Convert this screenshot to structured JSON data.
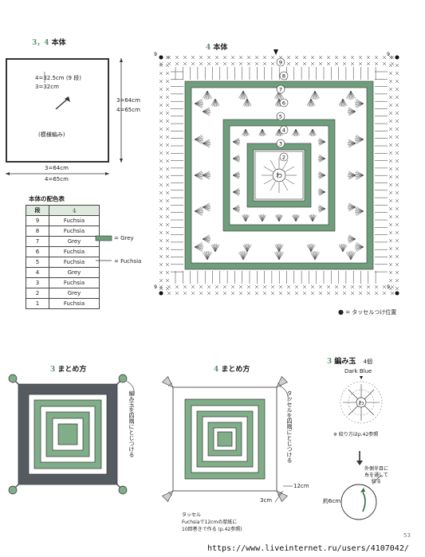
{
  "top_left": {
    "title_num": "3，4",
    "title_text": "本体",
    "inner_line1": "4=32.5cm",
    "inner_rows": "(9 段)",
    "inner_line2": "3=32cm",
    "inner_label": "(模様編み)",
    "right_dim1": "3=64cm",
    "right_dim2": "4=65cm",
    "bottom_dim1": "3=64cm",
    "bottom_dim2": "4=65cm"
  },
  "color_table": {
    "title": "本体の配色表",
    "header": [
      "段",
      "4"
    ],
    "rows": [
      [
        "9",
        "Fuchsia"
      ],
      [
        "8",
        "Fuchsia"
      ],
      [
        "7",
        "Grey"
      ],
      [
        "6",
        "Fuchsia"
      ],
      [
        "5",
        "Fuchsia"
      ],
      [
        "4",
        "Grey"
      ],
      [
        "3",
        "Fuchsia"
      ],
      [
        "2",
        "Grey"
      ],
      [
        "1",
        "Fuchsia"
      ]
    ]
  },
  "legend": {
    "grey": "= Grey",
    "fuchsia": "= Fuchsia"
  },
  "chart": {
    "title_num": "4",
    "title_text": "本体",
    "center_label": "わ",
    "round_numbers": [
      "9",
      "8",
      "7",
      "6",
      "5",
      "4",
      "3",
      "2"
    ],
    "tassel_note": "= タッセルつけ位置"
  },
  "assembly3": {
    "title_num": "3",
    "title_text": "まとめ方",
    "note": "編み玉を四隅にとじつける"
  },
  "assembly4": {
    "title_num": "4",
    "title_text": "まとめ方",
    "note": "タッセルを四隅にとじつける",
    "dim_12": "12cm",
    "dim_3": "3cm",
    "tassel_title": "タッセル",
    "tassel_line1": "Fuchsiaで12cmの厚紙に",
    "tassel_line2": "10回巻きで作る (p.42参照)"
  },
  "ball": {
    "title_num": "3",
    "title_text": "編み玉",
    "count": "4個",
    "color": "Dark Blue",
    "center_label": "わ",
    "note1": "※ 絞り方はp.42参照",
    "note2_line1": "外側半目に",
    "note2_line2": "糸を通して",
    "note2_line3": "絞る",
    "diameter": "約6cm"
  },
  "footer": {
    "page": "53",
    "url": "https://www.liveinternet.ru/users/4107042/"
  },
  "colors": {
    "grey_band": "#6f9e7c",
    "dark_frame": "#555b60",
    "mid_green": "#7fae88",
    "light_green": "#a9c8ae",
    "tassel": "#cfcfcf"
  }
}
